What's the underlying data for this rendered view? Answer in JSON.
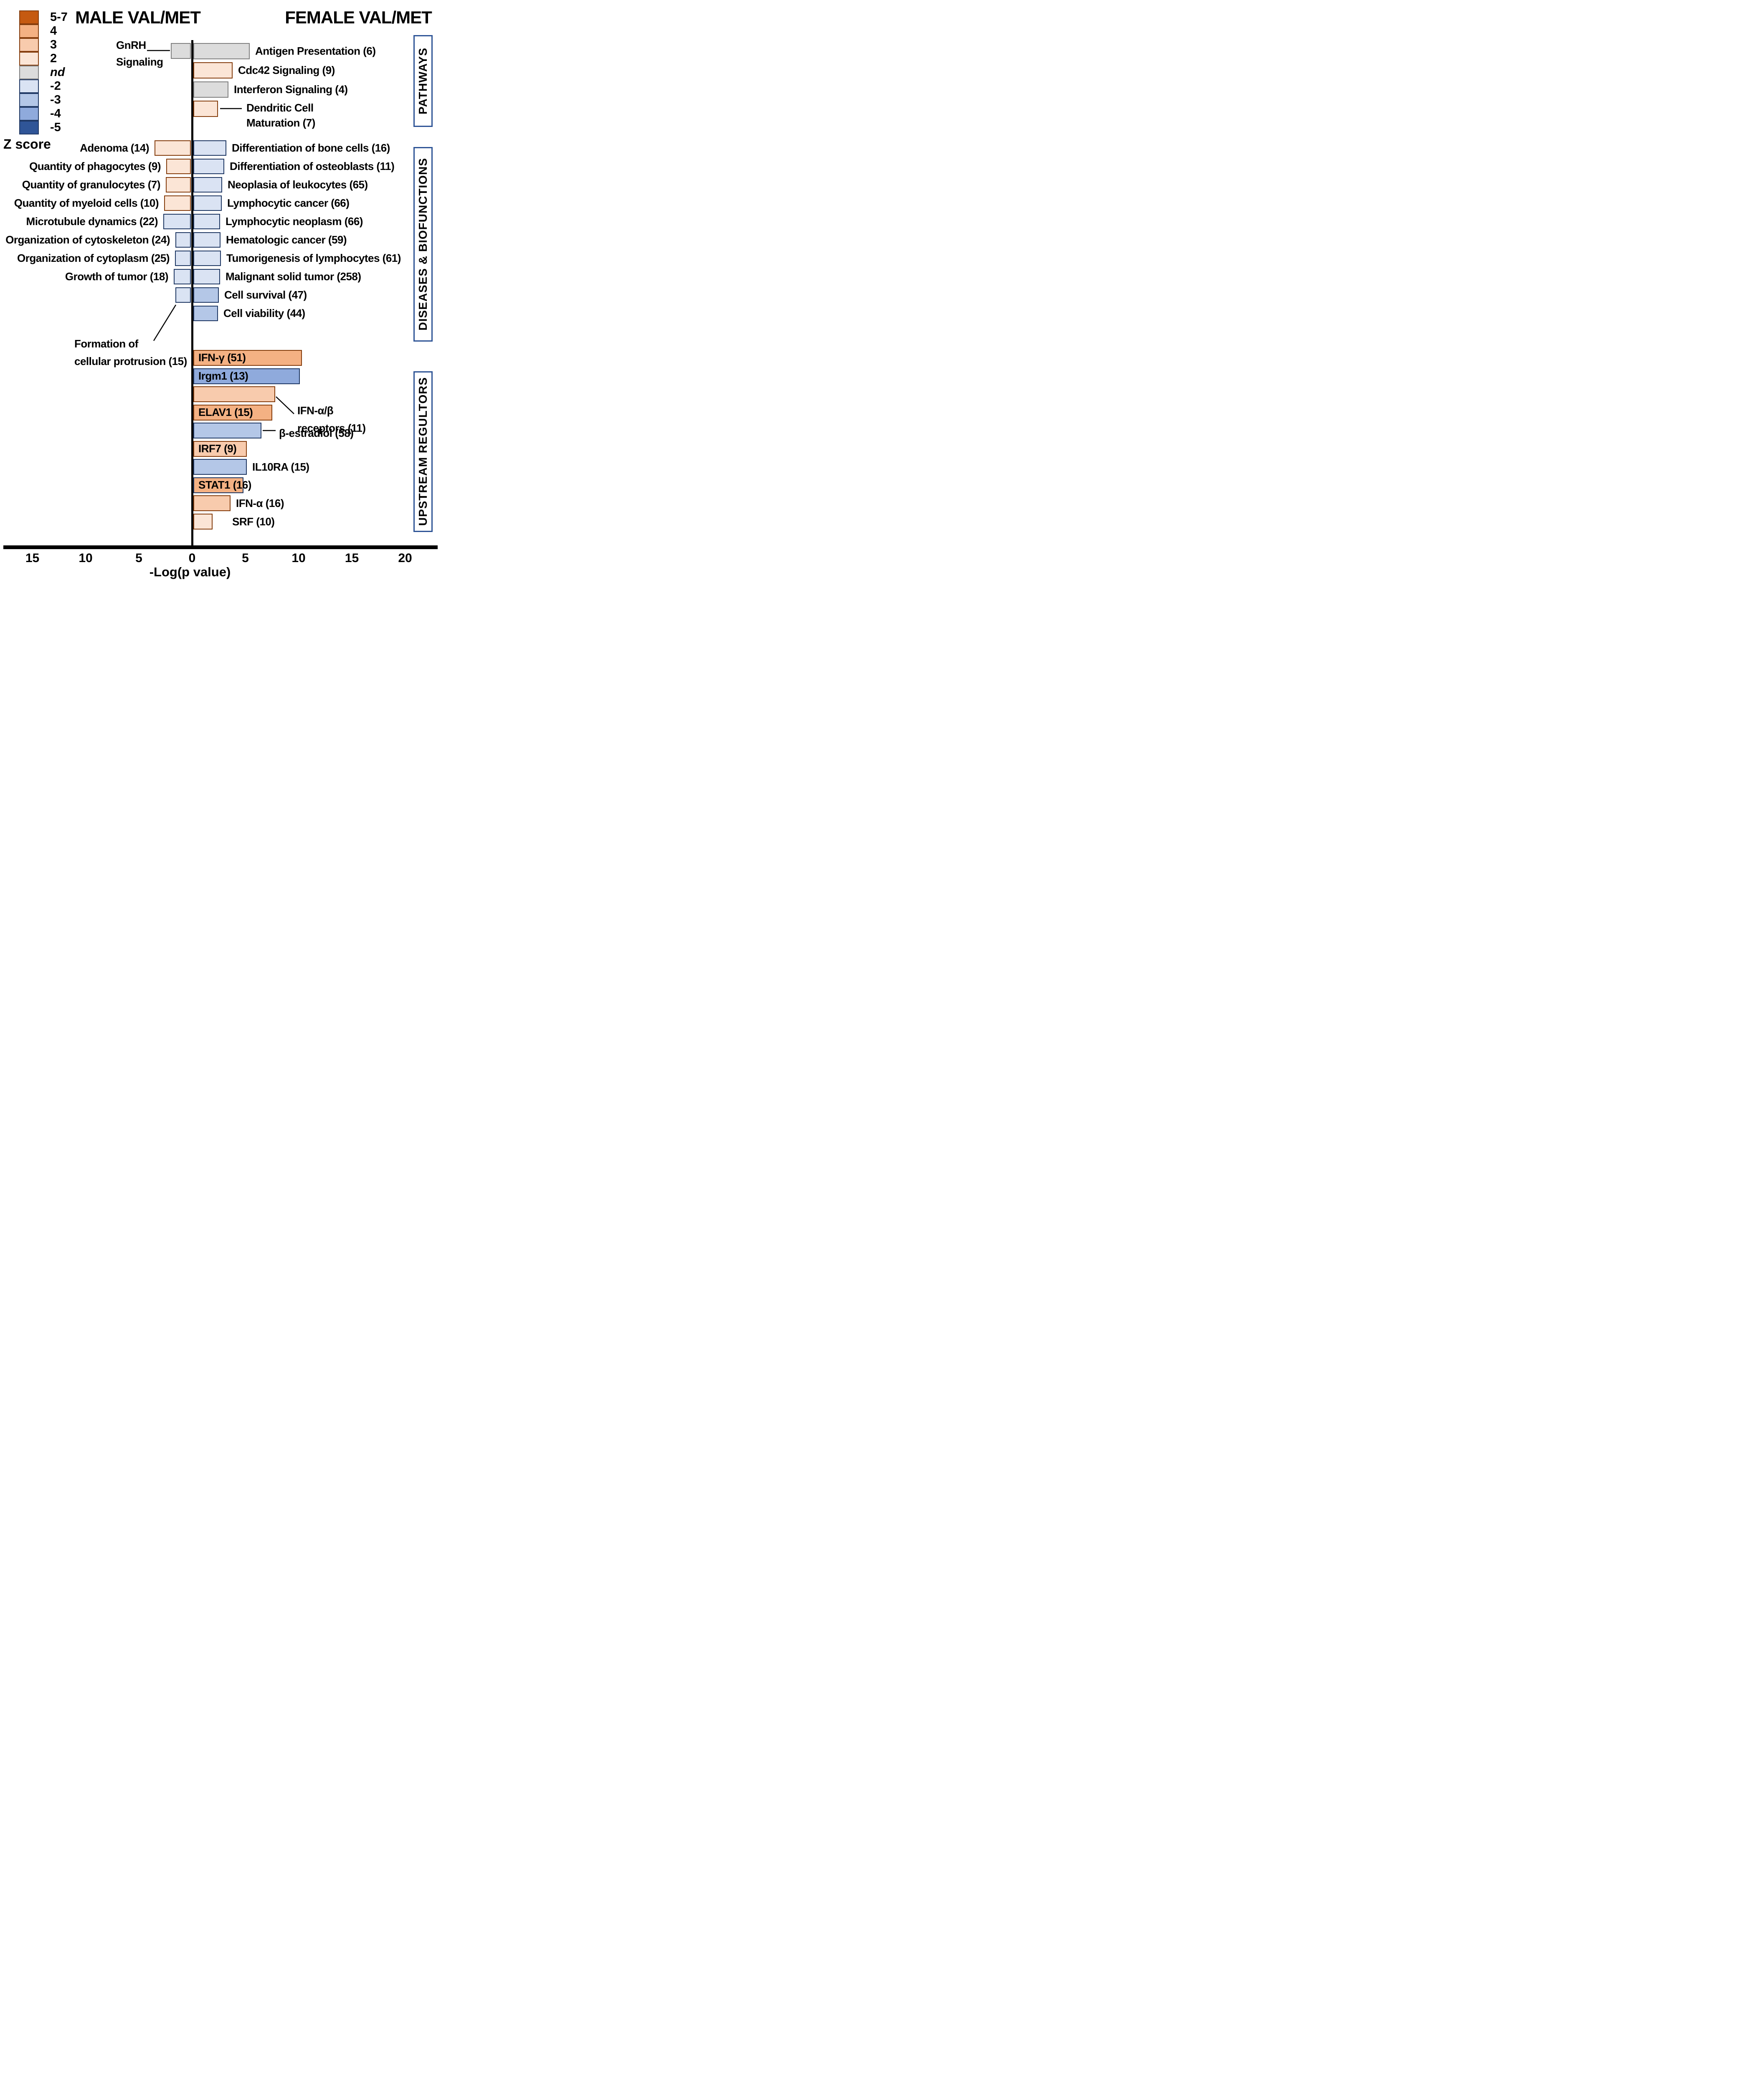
{
  "titles": {
    "male": "MALE VAL/MET",
    "female": "FEMALE VAL/MET"
  },
  "legend": {
    "title": "Z score",
    "entries": [
      {
        "label": "5-7",
        "fill": "#C55A11",
        "border": "#843C0C"
      },
      {
        "label": "4",
        "fill": "#F4B183",
        "border": "#843C0C"
      },
      {
        "label": "3",
        "fill": "#F8CBAD",
        "border": "#843C0C"
      },
      {
        "label": "2",
        "fill": "#FBE5D6",
        "border": "#843C0C"
      },
      {
        "label": "nd",
        "fill": "#DCDCDC",
        "border": "#7F7F7F",
        "italic": true
      },
      {
        "label": "-2",
        "fill": "#DAE3F3",
        "border": "#1F3864"
      },
      {
        "label": "-3",
        "fill": "#B4C7E7",
        "border": "#1F3864"
      },
      {
        "label": "-4",
        "fill": "#8FAADC",
        "border": "#1F3864"
      },
      {
        "label": "-5",
        "fill": "#2F5597",
        "border": "#1F3864"
      }
    ]
  },
  "sections": [
    {
      "label": "PATHWAYS"
    },
    {
      "label": "DISEASES & BIOFUNCTIONS"
    },
    {
      "label": "UPSTREAM REGULTORS"
    }
  ],
  "axis": {
    "label": "-Log(p value)",
    "ticks": [
      {
        "value": -15,
        "label": "15"
      },
      {
        "value": -10,
        "label": "10"
      },
      {
        "value": -5,
        "label": "5"
      },
      {
        "value": 0,
        "label": "0"
      },
      {
        "value": 5,
        "label": "5"
      },
      {
        "value": 10,
        "label": "10"
      },
      {
        "value": 15,
        "label": "15"
      },
      {
        "value": 20,
        "label": "20"
      }
    ]
  },
  "chart_data": {
    "type": "bar",
    "orientation": "diverging-horizontal",
    "x_unit": "-Log(p value)",
    "left_title": "MALE VAL/MET",
    "right_title": "FEMALE VAL/MET",
    "xlim_left": [
      0,
      18
    ],
    "xlim_right": [
      0,
      21
    ],
    "color_key": "Z score",
    "bars": [
      {
        "section": 0,
        "row": 0,
        "side": "left",
        "label": "GnRH Signaling",
        "label_lines": [
          "GnRH",
          "Signaling"
        ],
        "value": 1.9,
        "z": "nd",
        "label_style": "callout",
        "callout": "gnrh"
      },
      {
        "section": 0,
        "row": 0,
        "side": "right",
        "label": "Antigen Presentation (6)",
        "value": 5.3,
        "z": "nd",
        "label_style": "right"
      },
      {
        "section": 0,
        "row": 1,
        "side": "right",
        "label": "Cdc42 Signaling (9)",
        "value": 3.7,
        "z": "2",
        "label_style": "right"
      },
      {
        "section": 0,
        "row": 2,
        "side": "right",
        "label": "Interferon Signaling (4)",
        "value": 3.3,
        "z": "nd",
        "label_style": "right"
      },
      {
        "section": 0,
        "row": 3,
        "side": "right",
        "label": "Dendritic Cell Maturation (7)",
        "label_lines": [
          "Dendritic Cell",
          "Maturation (7)"
        ],
        "value": 2.3,
        "z": "2",
        "label_style": "callout",
        "callout": "dendritic"
      },
      {
        "section": 1,
        "row": 0,
        "side": "left",
        "label": "Adenoma (14)",
        "value": 3.4,
        "z": "2",
        "label_style": "left"
      },
      {
        "section": 1,
        "row": 1,
        "side": "left",
        "label": "Quantity of phagocytes (9)",
        "value": 2.3,
        "z": "2",
        "label_style": "left"
      },
      {
        "section": 1,
        "row": 2,
        "side": "left",
        "label": "Quantity of granulocytes (7)",
        "value": 2.35,
        "z": "2",
        "label_style": "left"
      },
      {
        "section": 1,
        "row": 3,
        "side": "left",
        "label": "Quantity of myeloid cells (10)",
        "value": 2.5,
        "z": "2",
        "label_style": "left"
      },
      {
        "section": 1,
        "row": 4,
        "side": "left",
        "label": "Microtubule dynamics (22)",
        "value": 2.6,
        "z": "-2",
        "label_style": "left"
      },
      {
        "section": 1,
        "row": 5,
        "side": "left",
        "label": "Organization of cytoskeleton (24)",
        "value": 1.45,
        "z": "-2",
        "label_style": "left"
      },
      {
        "section": 1,
        "row": 6,
        "side": "left",
        "label": "Organization of cytoplasm (25)",
        "value": 1.5,
        "z": "-2",
        "label_style": "left"
      },
      {
        "section": 1,
        "row": 7,
        "side": "left",
        "label": "Growth of tumor (18)",
        "value": 1.6,
        "z": "-2",
        "label_style": "left"
      },
      {
        "section": 1,
        "row": 8,
        "side": "left",
        "label": "Formation of cellular protrusion (15)",
        "label_lines": [
          "Formation of",
          "cellular protrusion (15)"
        ],
        "value": 1.45,
        "z": "-2",
        "label_style": "callout",
        "callout": "formation"
      },
      {
        "section": 1,
        "row": 0,
        "side": "right",
        "label": "Differentiation of bone cells (16)",
        "value": 3.1,
        "z": "-2",
        "label_style": "right"
      },
      {
        "section": 1,
        "row": 1,
        "side": "right",
        "label": "Differentiation of osteoblasts (11)",
        "value": 2.9,
        "z": "-2",
        "label_style": "right"
      },
      {
        "section": 1,
        "row": 2,
        "side": "right",
        "label": "Neoplasia of leukocytes (65)",
        "value": 2.7,
        "z": "-2",
        "label_style": "right"
      },
      {
        "section": 1,
        "row": 3,
        "side": "right",
        "label": "Lymphocytic cancer (66)",
        "value": 2.65,
        "z": "-2",
        "label_style": "right"
      },
      {
        "section": 1,
        "row": 4,
        "side": "right",
        "label": "Lymphocytic neoplasm (66)",
        "value": 2.5,
        "z": "-2",
        "label_style": "right"
      },
      {
        "section": 1,
        "row": 5,
        "side": "right",
        "label": "Hematologic cancer (59)",
        "value": 2.55,
        "z": "-2",
        "label_style": "right"
      },
      {
        "section": 1,
        "row": 6,
        "side": "right",
        "label": "Tumorigenesis of lymphocytes (61)",
        "value": 2.6,
        "z": "-2",
        "label_style": "right"
      },
      {
        "section": 1,
        "row": 7,
        "side": "right",
        "label": "Malignant solid tumor (258)",
        "value": 2.5,
        "z": "-2",
        "label_style": "right"
      },
      {
        "section": 1,
        "row": 8,
        "side": "right",
        "label": "Cell survival (47)",
        "value": 2.4,
        "z": "-3",
        "label_style": "right"
      },
      {
        "section": 1,
        "row": 9,
        "side": "right",
        "label": "Cell viability (44)",
        "value": 2.3,
        "z": "-3",
        "label_style": "right"
      },
      {
        "section": 2,
        "row": 0,
        "side": "right",
        "label": "IFN-γ (51)",
        "value": 10.2,
        "z": "4",
        "label_style": "inside"
      },
      {
        "section": 2,
        "row": 1,
        "side": "right",
        "label": "Irgm1 (13)",
        "value": 10.0,
        "z": "-4",
        "label_style": "inside"
      },
      {
        "section": 2,
        "row": 2,
        "side": "right",
        "label": "IFN-α/β receptors (11)",
        "label_lines": [
          "IFN-α/β",
          "receptors (11)"
        ],
        "value": 7.7,
        "z": "3",
        "label_style": "callout",
        "callout": "ifnab"
      },
      {
        "section": 2,
        "row": 3,
        "side": "right",
        "label": "ELAV1 (15)",
        "value": 7.4,
        "z": "4",
        "label_style": "inside"
      },
      {
        "section": 2,
        "row": 4,
        "side": "right",
        "label": "β-estradiol (58)",
        "label_lines": [
          "β-estradiol (58)"
        ],
        "value": 6.4,
        "z": "-3",
        "label_style": "callout",
        "callout": "estradiol"
      },
      {
        "section": 2,
        "row": 5,
        "side": "right",
        "label": "IRF7 (9)",
        "value": 5.0,
        "z": "3",
        "label_style": "inside"
      },
      {
        "section": 2,
        "row": 6,
        "side": "right",
        "label": "IL10RA (15)",
        "value": 5.0,
        "z": "-3",
        "label_style": "right"
      },
      {
        "section": 2,
        "row": 7,
        "side": "right",
        "label": "STAT1 (16)",
        "value": 4.7,
        "z": "4",
        "border": "#1F3864",
        "label_style": "inside"
      },
      {
        "section": 2,
        "row": 8,
        "side": "right",
        "label": "IFN-α (16)",
        "value": 3.5,
        "z": "3",
        "label_style": "right"
      },
      {
        "section": 2,
        "row": 9,
        "side": "right",
        "label": "SRF (10)",
        "value": 1.8,
        "z": "2",
        "label_style": "right"
      }
    ]
  }
}
